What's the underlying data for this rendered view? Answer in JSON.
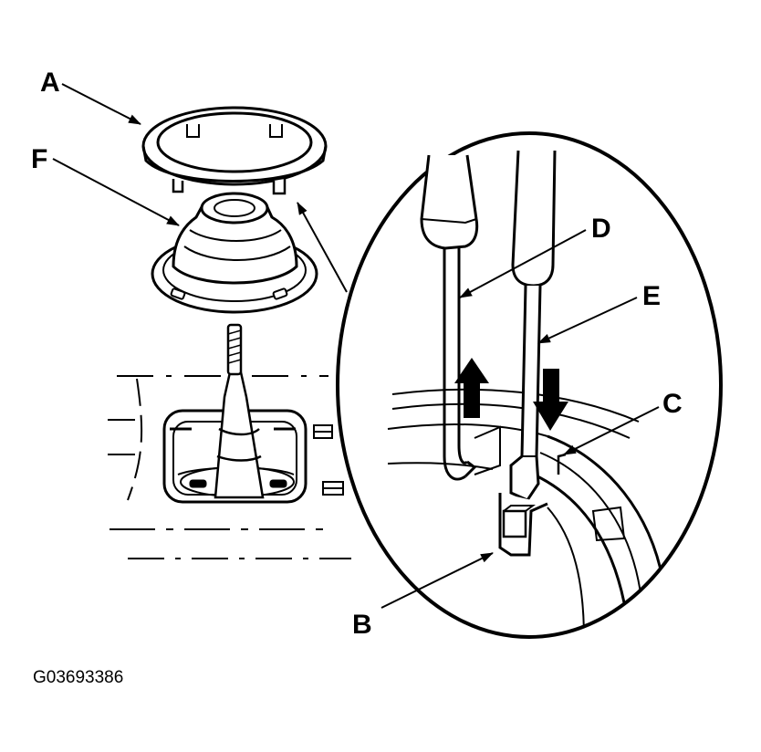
{
  "callouts": {
    "a": "A",
    "b": "B",
    "c": "C",
    "d": "D",
    "e": "E",
    "f": "F"
  },
  "figure_id": "G03693386",
  "colors": {
    "ink": "#000000",
    "paper": "#ffffff"
  }
}
